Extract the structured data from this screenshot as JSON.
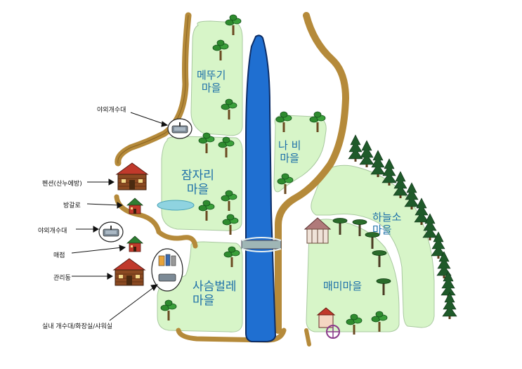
{
  "zones": {
    "grasshopper": "메뚜기\n마을",
    "dragonfly": "잠자리\n마을",
    "butterfly": "나 비\n마을",
    "sky_cow": "하늘소\n마을",
    "stag_beetle": "사슴벌레\n마을",
    "cicada": "매미마을"
  },
  "facilities": {
    "outdoor_sink_top": "야외개수대",
    "pension": "펜션(산누에방)",
    "bungalow": "방갈로",
    "outdoor_sink_bottom": "야외개수대",
    "shop": "매점",
    "office": "관리동",
    "indoor_amenities": "실내 개수대/화장실/샤워실"
  },
  "colors": {
    "zone_green": "#d7f5c8",
    "river_blue": "#1f6fd1",
    "road_brown": "#b58a3a",
    "label_blue": "#1c6fa8",
    "tree_green": "#2e8b2e",
    "pine_green": "#1f5a2a"
  }
}
